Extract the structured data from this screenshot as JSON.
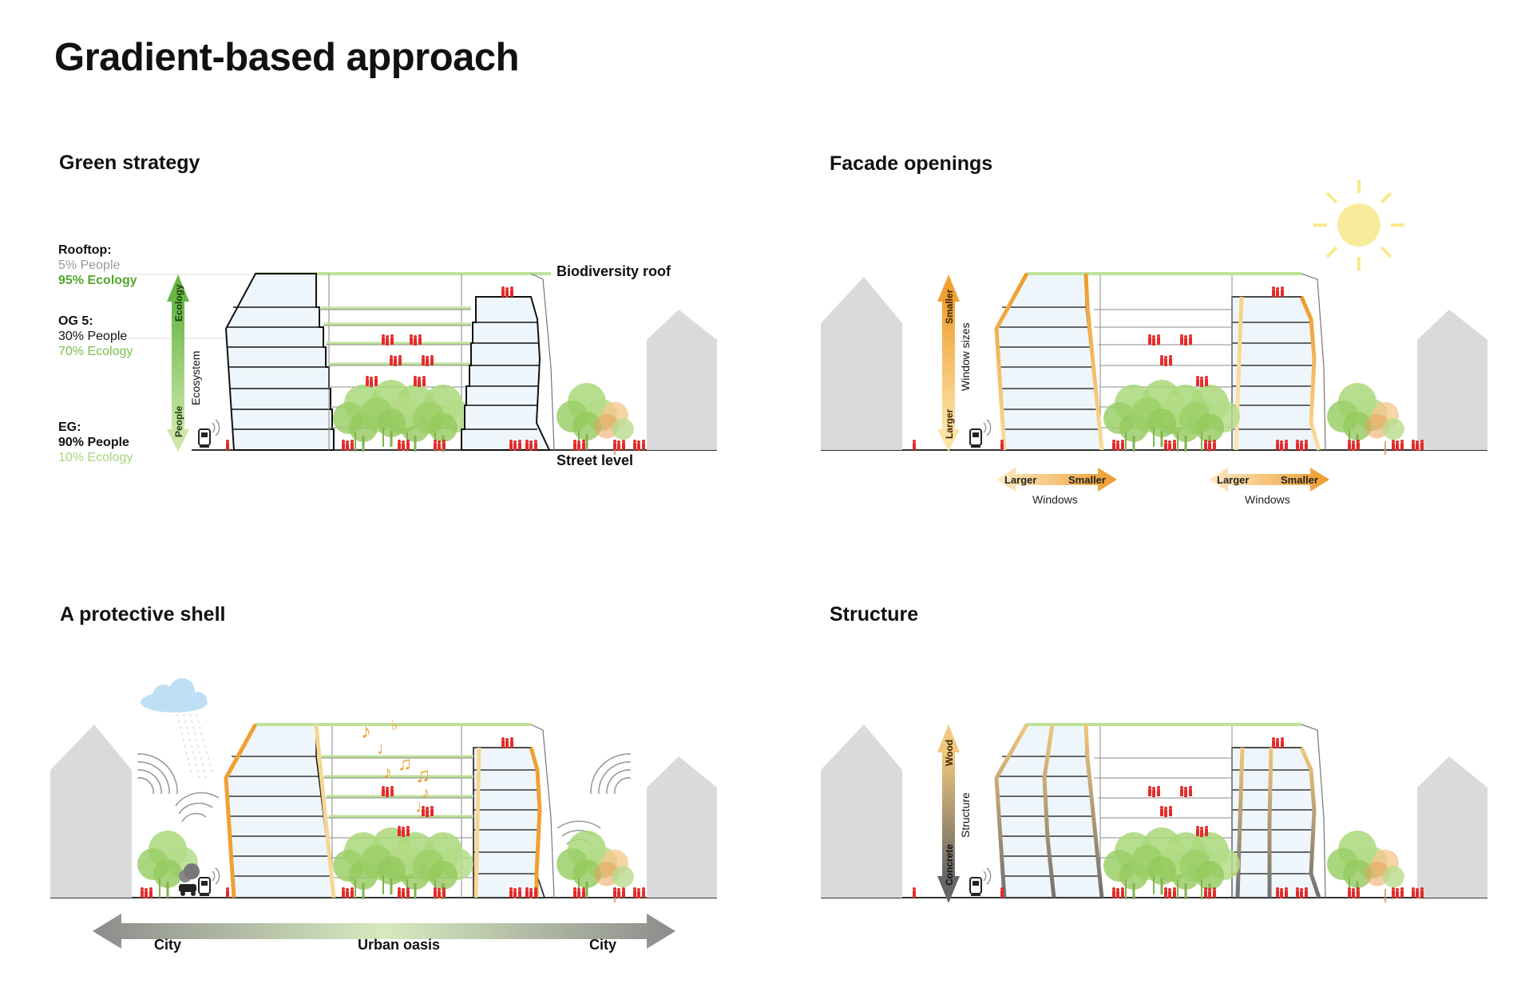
{
  "title": "Gradient-based approach",
  "panels": {
    "green": {
      "title": "Green strategy",
      "rooftop": {
        "heading": "Rooftop:",
        "people": "5% People",
        "ecology": "95% Ecology"
      },
      "og5": {
        "heading": "OG 5:",
        "people": "30% People",
        "ecology": "70% Ecology"
      },
      "eg": {
        "heading": "EG:",
        "people": "90% People",
        "ecology": "10% Ecology"
      },
      "arrow_top": "Ecology",
      "arrow_bottom": "People",
      "arrow_side": "Ecosystem",
      "roof_label": "Biodiversity roof",
      "street_label": "Street level"
    },
    "facade": {
      "title": "Facade openings",
      "arrow_top": "Smaller",
      "arrow_bottom": "Larger",
      "arrow_side": "Window sizes",
      "h_left": "Larger",
      "h_right": "Smaller",
      "h_caption": "Windows"
    },
    "shell": {
      "title": "A protective shell",
      "left": "City",
      "center": "Urban oasis",
      "right": "City"
    },
    "structure": {
      "title": "Structure",
      "arrow_top": "Wood",
      "arrow_bottom": "Concrete",
      "arrow_side": "Structure"
    }
  },
  "colors": {
    "green_arrow": "#7cc25a",
    "orange": "#f1a43a",
    "pale_orange": "#f9d58c",
    "people": "#e52a2a",
    "glass": "#eef6fc",
    "house": "#dadada",
    "tree": "#9ed46a",
    "wood": "#f3c57a",
    "concrete": "#6e6e6e"
  },
  "icons": [
    "sun-icon",
    "cloud-icon",
    "music-notes-icon",
    "sound-waves-icon",
    "tram-icon",
    "car-icon",
    "tree-icon",
    "people-icon"
  ]
}
